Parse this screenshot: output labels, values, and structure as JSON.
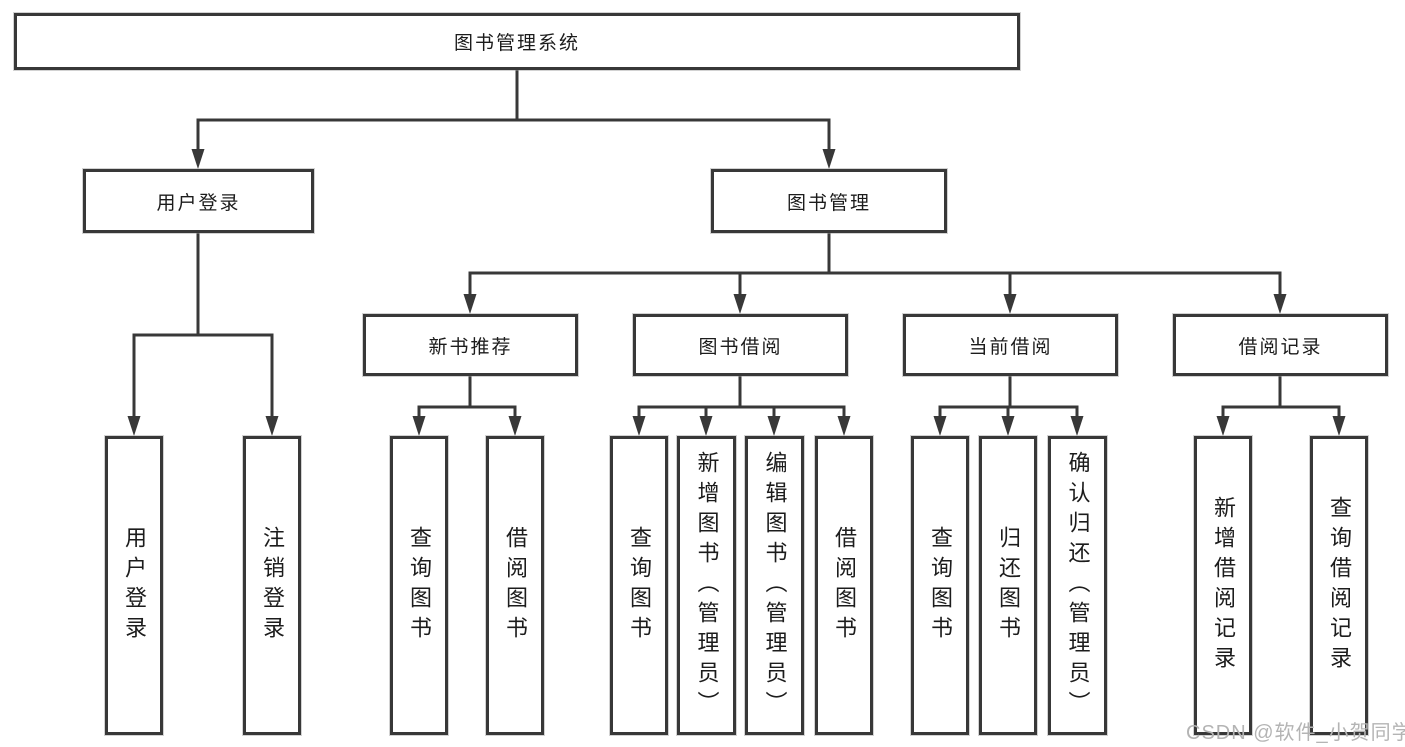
{
  "colors": {
    "line": "#383838",
    "text": "#1c1c1c",
    "background": "#ffffff",
    "watermark": "#b4b4b4"
  },
  "watermark": {
    "text": "CSDN @软件_小贺同学"
  },
  "tree": {
    "root": {
      "label": "图书管理系统"
    },
    "branches": [
      {
        "label": "用户登录",
        "children": [
          {
            "label": "用户登录"
          },
          {
            "label": "注销登录"
          }
        ]
      },
      {
        "label": "图书管理",
        "groups": [
          {
            "label": "新书推荐",
            "children": [
              {
                "label": "查询图书"
              },
              {
                "label": "借阅图书"
              }
            ]
          },
          {
            "label": "图书借阅",
            "children": [
              {
                "label": "查询图书"
              },
              {
                "label": "新增图书（管理员）"
              },
              {
                "label": "编辑图书（管理员）"
              },
              {
                "label": "借阅图书"
              }
            ]
          },
          {
            "label": "当前借阅",
            "children": [
              {
                "label": "查询图书"
              },
              {
                "label": "归还图书"
              },
              {
                "label": "确认归还（管理员）"
              }
            ]
          },
          {
            "label": "借阅记录",
            "children": [
              {
                "label": "新增借阅记录"
              },
              {
                "label": "查询借阅记录"
              }
            ]
          }
        ]
      }
    ]
  }
}
